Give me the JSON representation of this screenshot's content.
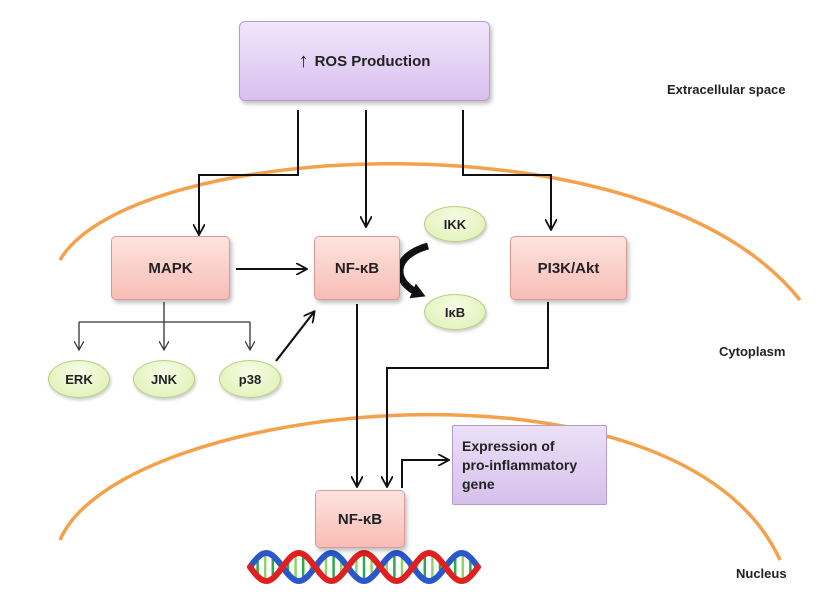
{
  "header": {
    "icon": "up-arrow-icon",
    "ros_label": "ROS Production"
  },
  "regions": {
    "extracellular": "Extracellular space",
    "cytoplasm": "Cytoplasm",
    "nucleus": "Nucleus"
  },
  "nodes": {
    "mapk": "MAPK",
    "nfkb_cyto": "NF-κB",
    "pi3k": "PI3K/Akt",
    "ikk": "IKK",
    "ikb": "IκB",
    "erk": "ERK",
    "jnk": "JNK",
    "p38": "p38",
    "nfkb_nuc": "NF-κB"
  },
  "expression": {
    "line1": "Expression of",
    "line2": "pro-inflammatory",
    "line3": "gene"
  },
  "colors": {
    "membrane": "#f5a04a",
    "arrow": "#111111",
    "pink_box": "#f8bdb6",
    "purple_box": "#d8c0ef",
    "green_oval": "#dcefae",
    "dna_red": "#e02020",
    "dna_blue": "#2a58c8",
    "dna_green": "#2ea84a"
  }
}
